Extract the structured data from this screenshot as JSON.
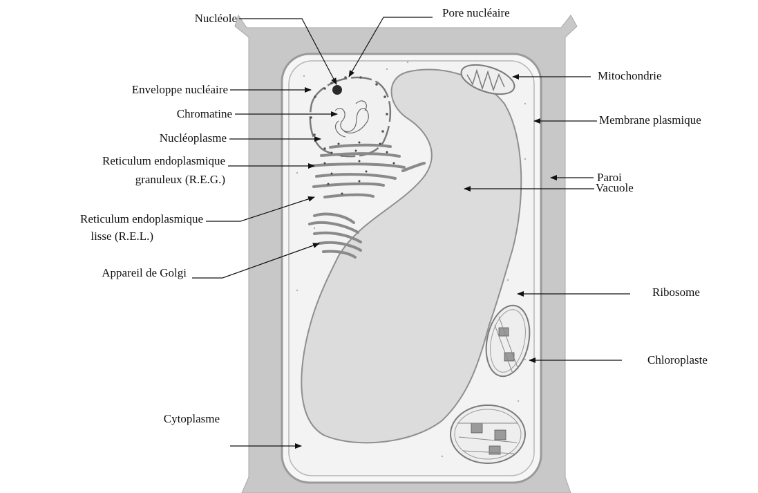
{
  "labels": {
    "nucleole": "Nucléole",
    "pore_nucleaire": "Pore nucléaire",
    "enveloppe_nucleaire": "Enveloppe nucléaire",
    "chromatine": "Chromatine",
    "nucleoplasme": "Nucléoplasme",
    "reg_line1": "Reticulum endoplasmique",
    "reg_line2": "granuleux (R.E.G.)",
    "rel_line1": "Reticulum endoplasmique",
    "rel_line2": "lisse (R.E.L.)",
    "golgi": "Appareil de Golgi",
    "cytoplasme": "Cytoplasme",
    "mitochondrie": "Mitochondrie",
    "membrane_plasmique": "Membrane plasmique",
    "paroi": "Paroi",
    "vacuole": "Vacuole",
    "ribosome": "Ribosome",
    "chloroplaste": "Chloroplaste"
  },
  "colors": {
    "wall": "#c8c8c8",
    "membrane": "#9a9a9a",
    "cytoplasm": "#f4f4f4",
    "vacuole": "#dcdcdc",
    "line": "#111111"
  }
}
